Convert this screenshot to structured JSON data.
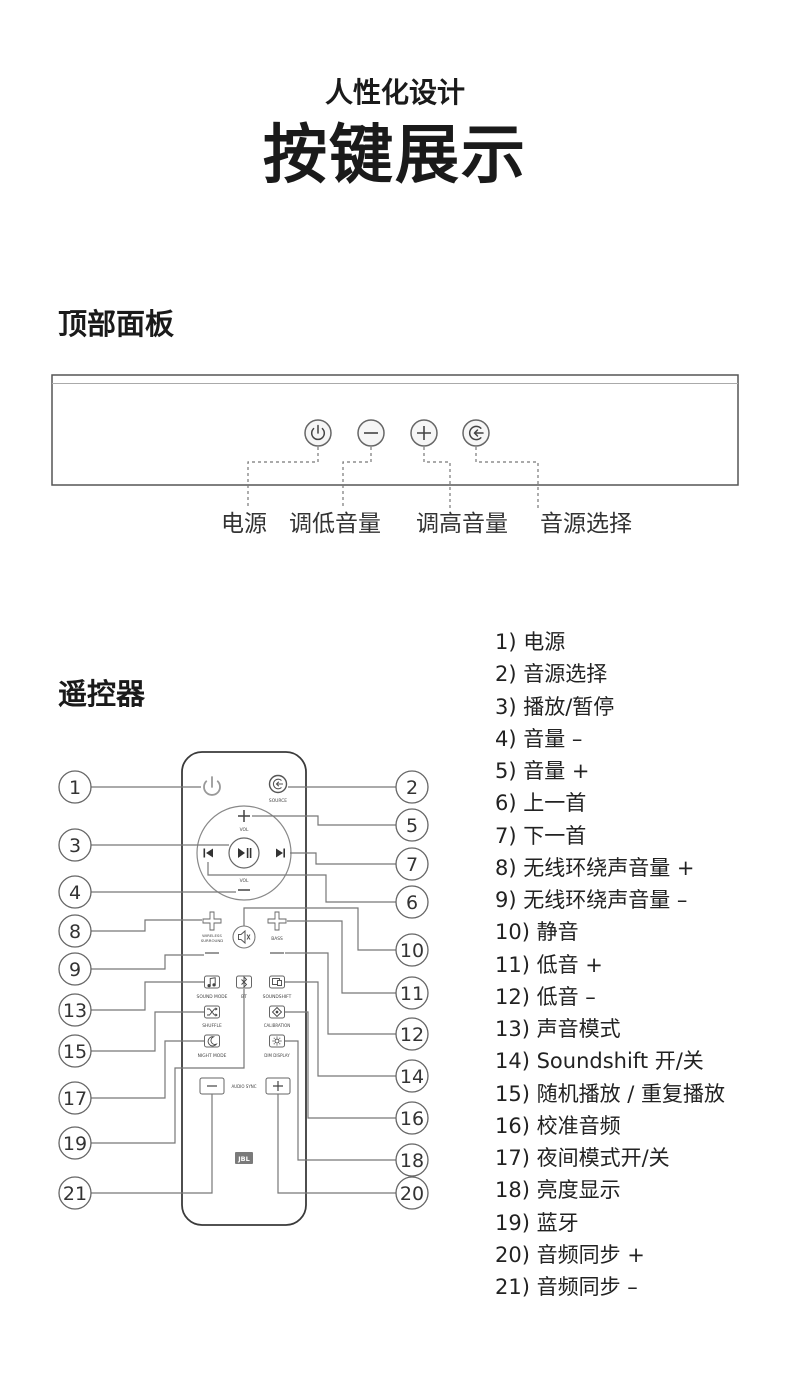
{
  "header": {
    "subtitle": "人性化设计",
    "title": "按键展示"
  },
  "top_panel": {
    "heading": "顶部面板",
    "labels": [
      "电源",
      "调低音量",
      "调高音量",
      "音源选择"
    ],
    "buttons": [
      {
        "icon": "power-icon"
      },
      {
        "icon": "minus-icon"
      },
      {
        "icon": "plus-icon"
      },
      {
        "icon": "source-icon"
      }
    ]
  },
  "remote": {
    "heading": "遥控器",
    "labels": {
      "source": "SOURCE",
      "vol_top": "VOL",
      "vol_bottom": "VOL",
      "wireless_line1": "WIRELESS",
      "wireless_line2": "SURROUND",
      "bass": "BASS",
      "sound_mode": "SOUND MODE",
      "bt": "BT",
      "soundshift": "SOUNDSHIFT",
      "shuffle": "SHUFFLE",
      "calibration": "CALIBRATION",
      "night_mode": "NIGHT MODE",
      "dim_display": "DIM DISPLAY",
      "audio_sync": "AUDIO SYNC",
      "logo": "JBL"
    }
  },
  "callouts": [
    "1",
    "2",
    "3",
    "4",
    "5",
    "6",
    "7",
    "8",
    "9",
    "10",
    "11",
    "12",
    "13",
    "14",
    "15",
    "16",
    "17",
    "18",
    "19",
    "20",
    "21"
  ],
  "legend": {
    "items": [
      "1) 电源",
      "2) 音源选择",
      "3) 播放/暂停",
      "4) 音量 –",
      "5) 音量 +",
      "6) 上一首",
      "7) 下一首",
      "8) 无线环绕声音量 +",
      "9) 无线环绕声音量 –",
      "10) 静音",
      "11) 低音 +",
      "12) 低音 –",
      "13) 声音模式",
      "14) Soundshift 开/关",
      "15) 随机播放 / 重复播放",
      "16) 校准音频",
      "17) 夜间模式开/关",
      "18) 亮度显示",
      "19) 蓝牙",
      "20) 音频同步 +",
      "21) 音频同步 –"
    ]
  },
  "colors": {
    "text": "#222222",
    "leader_line": "#777777",
    "outline": "#444444"
  }
}
